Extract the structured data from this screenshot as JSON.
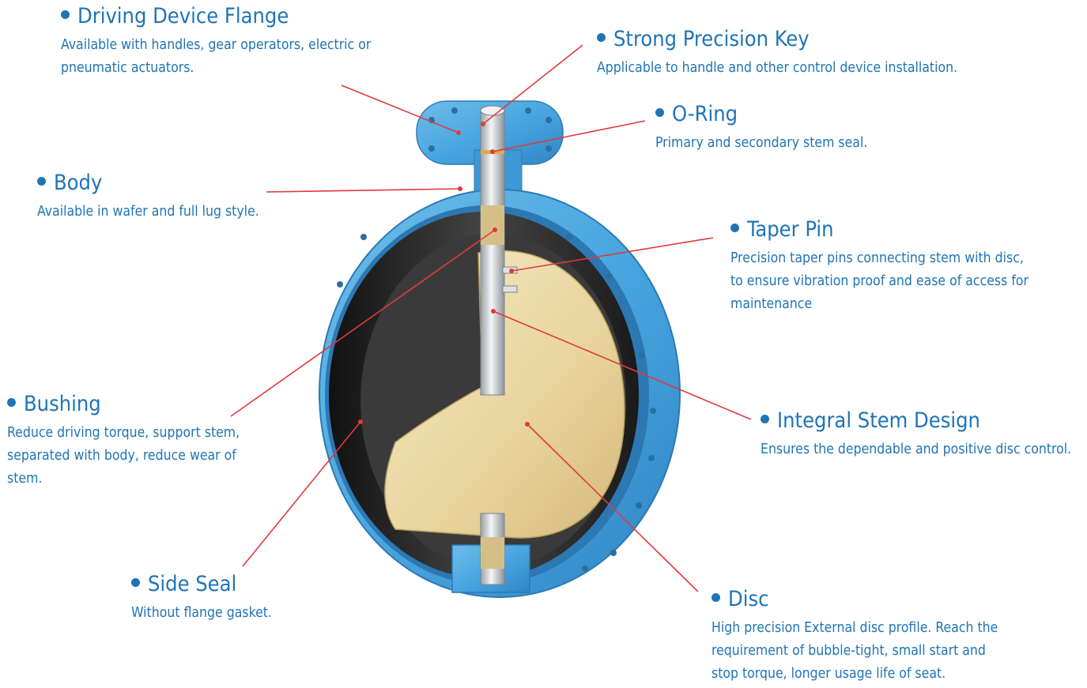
{
  "callouts": {
    "driving_device_flange": {
      "title": "Driving Device Flange",
      "lines": [
        "Available with handles, gear operators, electric or",
        "pneumatic actuators."
      ]
    },
    "strong_precision_key": {
      "title": "Strong Precision Key",
      "lines": [
        "Applicable to handle and other control device installation."
      ]
    },
    "o_ring": {
      "title": "O-Ring",
      "lines": [
        "Primary and secondary stem seal."
      ]
    },
    "body": {
      "title": "Body",
      "lines": [
        "Available in wafer and full lug style."
      ]
    },
    "taper_pin": {
      "title": "Taper Pin",
      "lines": [
        "Precision taper pins connecting stem with disc,",
        "to ensure vibration proof and ease of access for",
        "maintenance"
      ]
    },
    "bushing": {
      "title": "Bushing",
      "lines": [
        "Reduce driving torque, support stem,",
        "separated with body, reduce wear of",
        "stem."
      ]
    },
    "integral_stem_design": {
      "title": "Integral Stem Design",
      "lines": [
        "Ensures the dependable and positive disc control."
      ]
    },
    "side_seal": {
      "title": "Side Seal",
      "lines": [
        "Without flange gasket."
      ]
    },
    "disc": {
      "title": "Disc",
      "lines": [
        "High precision External disc profile. Reach the",
        "requirement of bubble-tight,  small start and",
        "stop torque, longer usage life of seat."
      ]
    }
  },
  "colors": {
    "text": "#1f74b6",
    "leader_line": "#e03a3e",
    "body_blue": "#4aa6e0",
    "disc_beige": "#ecd9a6",
    "seat_black": "#2a2a2a"
  }
}
